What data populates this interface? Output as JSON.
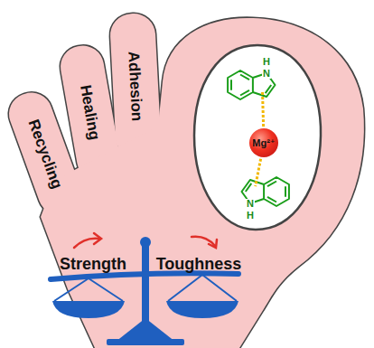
{
  "diagram": {
    "nodes": [
      {
        "text": [
          "Mg²⁺"
        ]
      }
    ],
    "labels": [
      "Recycling",
      "Healing",
      "Adhesion",
      "H",
      "N",
      "H",
      "N",
      "Strength",
      "Toughness"
    ]
  }
}
